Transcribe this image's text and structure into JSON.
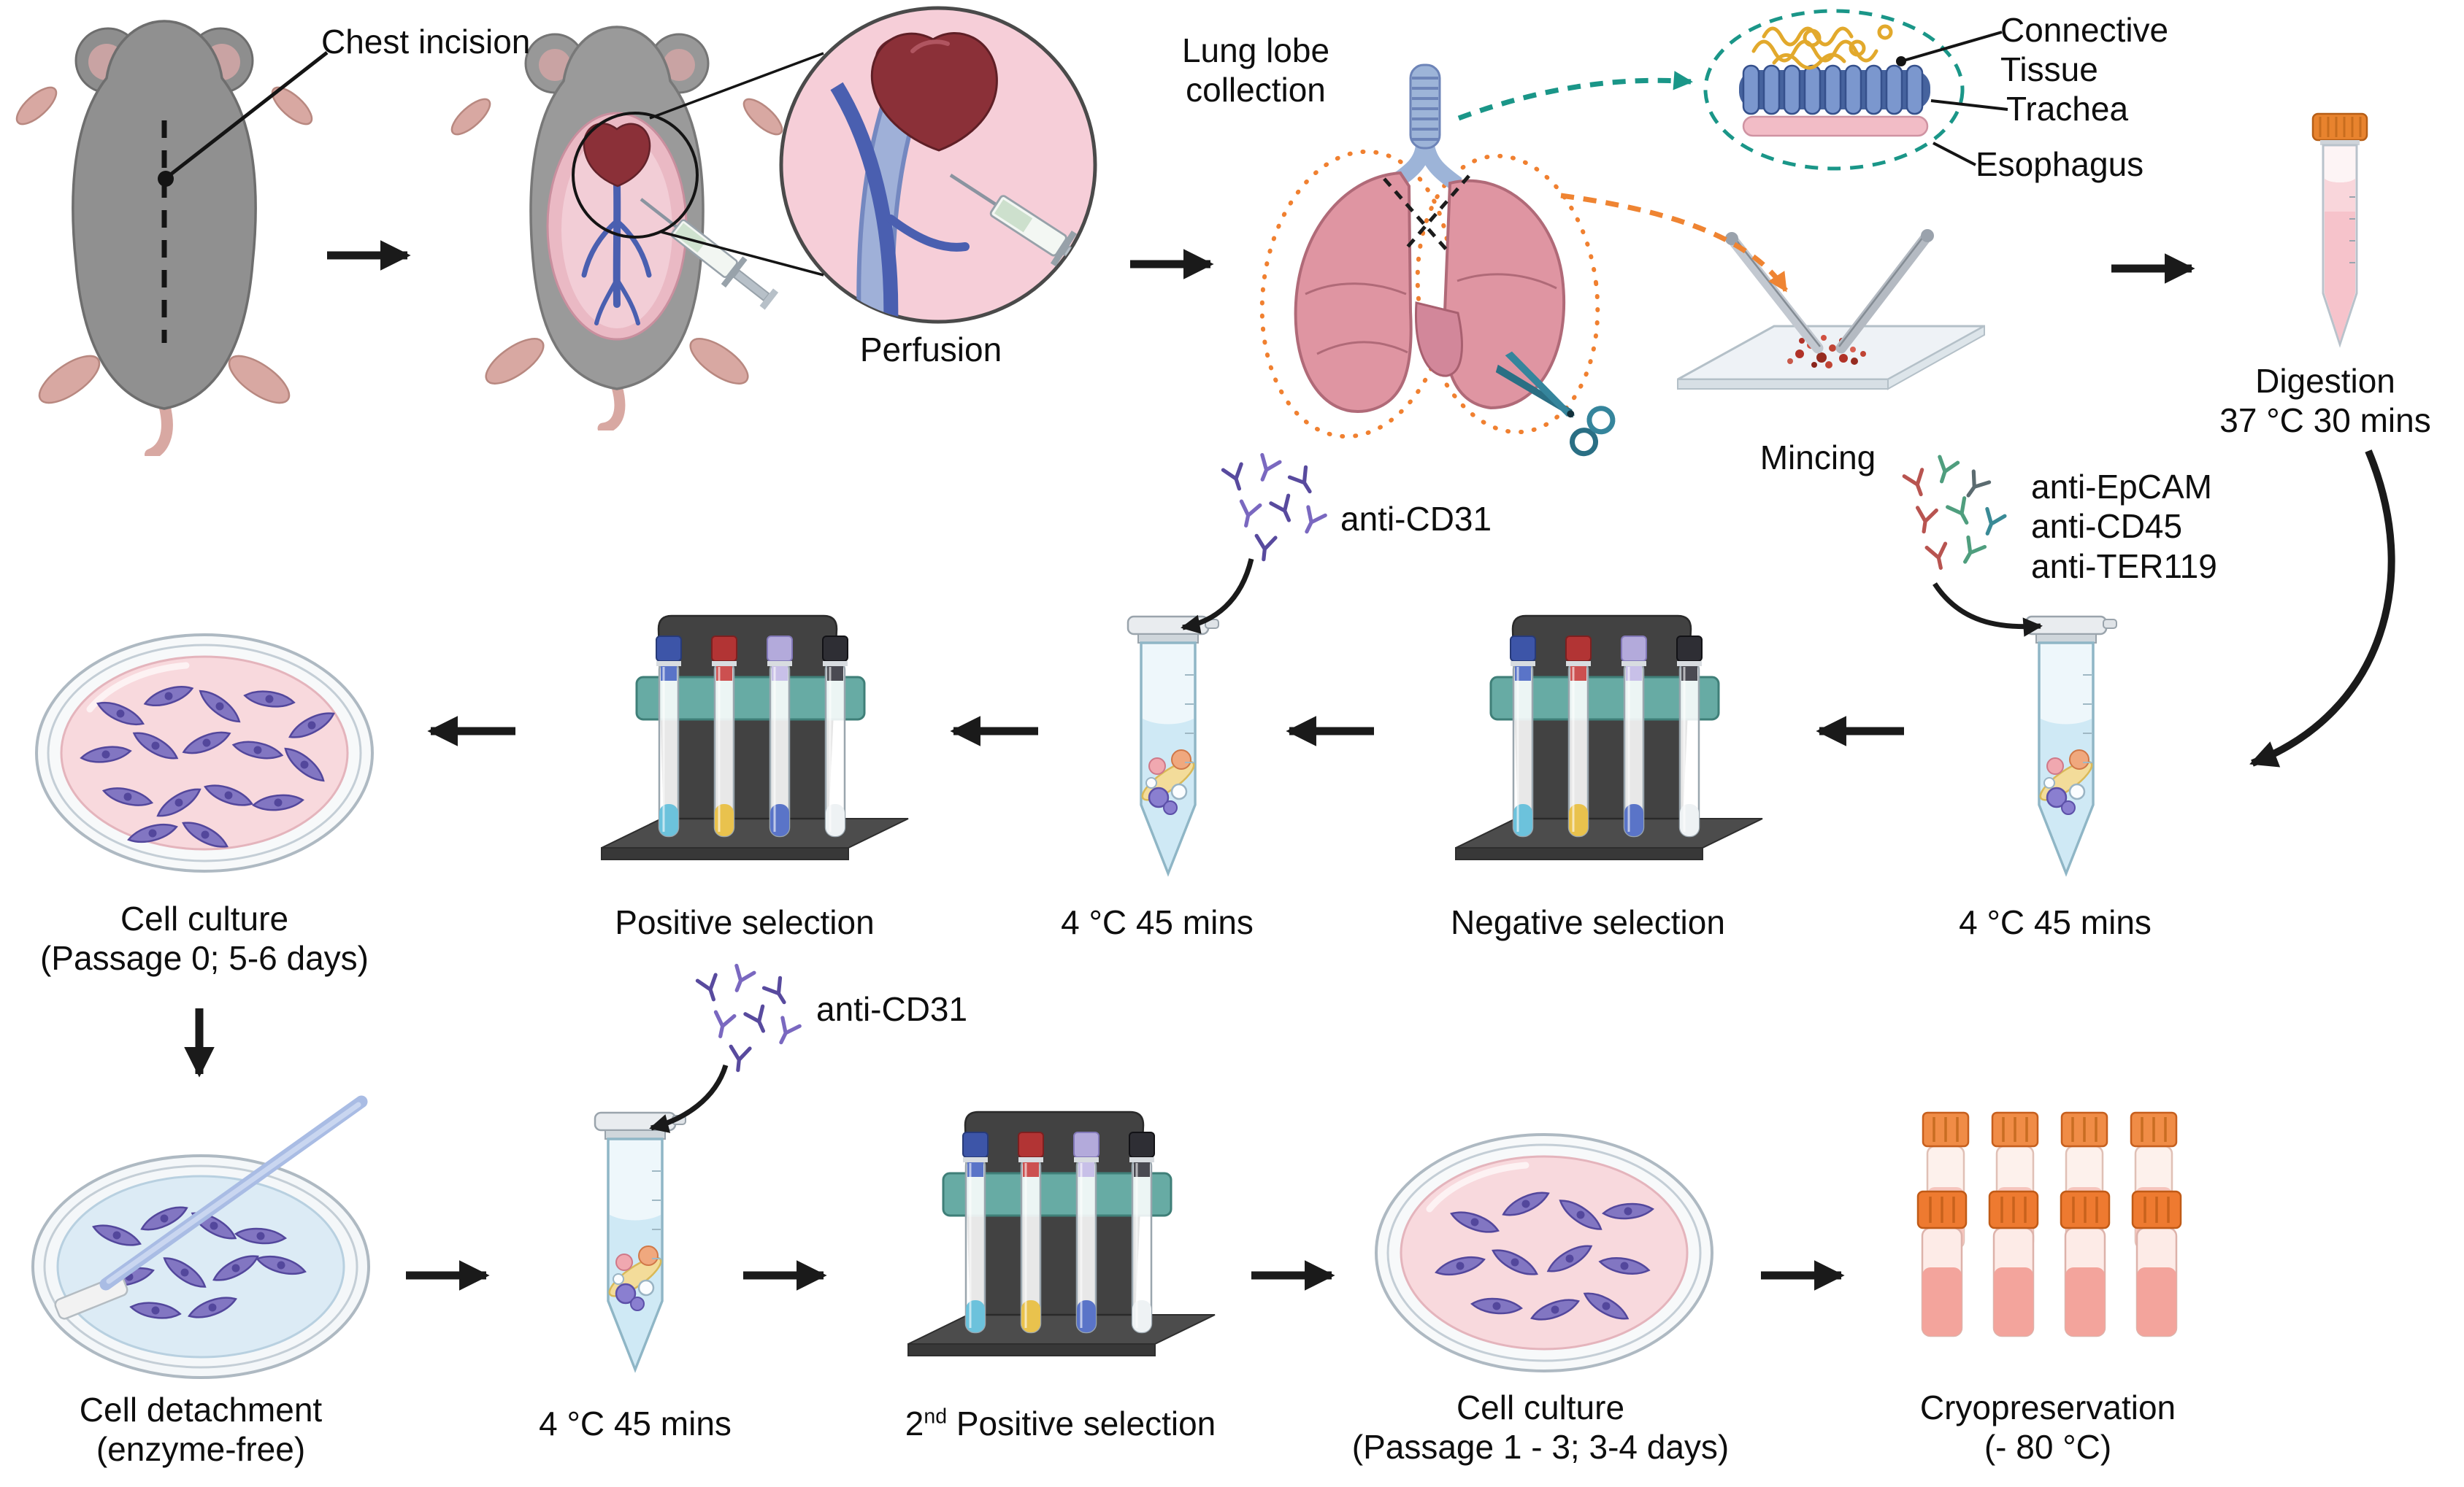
{
  "labels": {
    "chest_incision": "Chest incision",
    "perfusion": "Perfusion",
    "lung_lobe": [
      "Lung lobe",
      "collection"
    ],
    "inset": {
      "connective": [
        "Connective",
        "Tissue"
      ],
      "trachea": "Trachea",
      "esophagus": "Esophagus"
    },
    "mincing": "Mincing",
    "digestion": [
      "Digestion",
      "37 °C 30 mins"
    ],
    "antibody_cocktail": [
      "anti-EpCAM",
      "anti-CD45",
      "anti-TER119"
    ],
    "anti_cd31_first": "anti-CD31",
    "anti_cd31_second": "anti-CD31",
    "incubation_1": "4 °C 45 mins",
    "incubation_2": "4 °C 45 mins",
    "incubation_3": "4 °C 45 mins",
    "negative_selection": "Negative selection",
    "positive_selection": "Positive selection",
    "second_positive_selection": {
      "num": "2",
      "ordinal": "nd",
      "rest": "Positive selection"
    },
    "cell_culture_p0": [
      "Cell culture",
      "(Passage 0; 5-6 days)"
    ],
    "cell_detachment": [
      "Cell detachment",
      "(enzyme-free)"
    ],
    "cell_culture_p1_3": [
      "Cell culture",
      "(Passage 1 - 3; 3-4 days)"
    ],
    "cryopreservation": [
      "Cryopreservation",
      "(- 80 °C)"
    ]
  },
  "colors": {
    "arrow": "#1a1a1a",
    "teal_accent": "#1a9688",
    "orange_accent": "#ef8432"
  }
}
